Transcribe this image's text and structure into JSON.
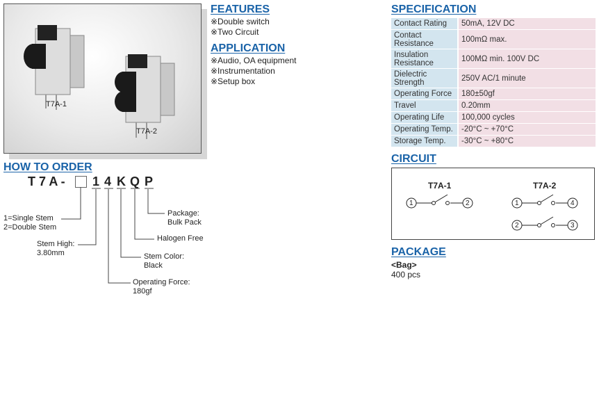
{
  "photo": {
    "label1": "T7A-1",
    "label2": "T7A-2"
  },
  "features": {
    "title": "FEATURES",
    "items": [
      "※Double switch",
      "※Two Circuit"
    ]
  },
  "application": {
    "title": "APPLICATION",
    "items": [
      "※Audio, OA equipment",
      "※Instrumentation",
      "※Setup box"
    ]
  },
  "specification": {
    "title": "SPECIFICATION",
    "rows": [
      {
        "label": "Contact Rating",
        "value": "50mA, 12V DC"
      },
      {
        "label": "Contact Resistance",
        "value": "100mΩ max."
      },
      {
        "label": "Insulation Resistance",
        "value": "100MΩ min. 100V DC"
      },
      {
        "label": "Dielectric Strength",
        "value": "250V AC/1 minute"
      },
      {
        "label": "Operating Force",
        "value": "180±50gf"
      },
      {
        "label": "Travel",
        "value": "0.20mm"
      },
      {
        "label": "Operating Life",
        "value": "100,000 cycles"
      },
      {
        "label": "Operating Temp.",
        "value": "-20°C ~ +70°C"
      },
      {
        "label": "Storage Temp.",
        "value": "-30°C ~ +80°C"
      }
    ]
  },
  "order": {
    "title": "HOW TO ORDER",
    "prefix": "T 7 A -",
    "c1": "1",
    "c2": "4",
    "c3": "K",
    "c4": "Q",
    "c5": "P",
    "stem_1": "1=Single  Stem",
    "stem_2": "2=Double Stem",
    "high_1": "Stem High:",
    "high_2": "3.80mm",
    "force_1": "Operating Force:",
    "force_2": "180gf",
    "color_1": "Stem Color:",
    "color_2": "Black",
    "halogen": "Halogen Free",
    "pkg_1": "Package:",
    "pkg_2": "Bulk Pack"
  },
  "circuit": {
    "title": "CIRCUIT",
    "t1": "T7A-1",
    "t2": "T7A-2",
    "p1": "1",
    "p2": "2",
    "p3": "3",
    "p4": "4"
  },
  "package": {
    "title": "PACKAGE",
    "type": "<Bag>",
    "qty": "400 pcs"
  }
}
